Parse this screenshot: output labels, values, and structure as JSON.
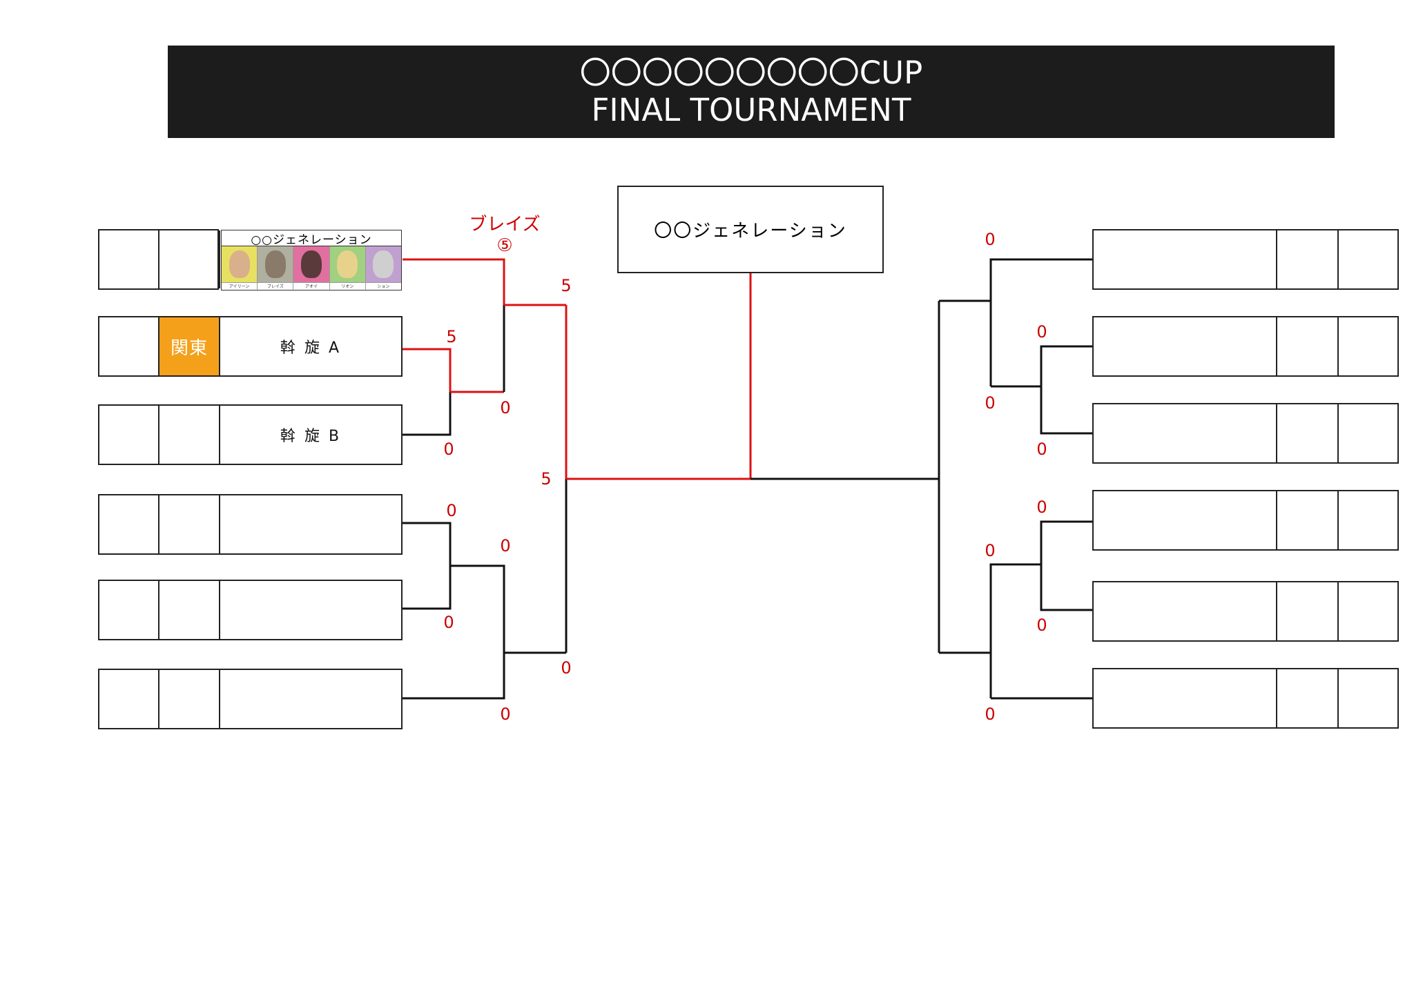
{
  "header": {
    "line1": "〇〇〇〇〇〇〇〇〇CUP",
    "line2": "FINAL TOURNAMENT"
  },
  "winner": {
    "name": "〇〇ジェネレーション"
  },
  "team_card": {
    "title": "○○ジェネレーション",
    "members": [
      "アイリーン",
      "ブレイズ",
      "アオイ",
      "リオン",
      "ション"
    ],
    "portrait_colors": [
      "#d9b08c",
      "#8a7a6a",
      "#5a3a3a",
      "#e6d28a",
      "#cfcfcf"
    ],
    "portrait_bg": [
      "#e8e060",
      "#b0b0a0",
      "#e070a0",
      "#a0d080",
      "#c0a0d0"
    ]
  },
  "annotation": {
    "name": "ブレイズ",
    "number": "⑤"
  },
  "left_entries": [
    {
      "region": "",
      "team": ""
    },
    {
      "region": "関東",
      "team": "斡 旋 A"
    },
    {
      "region": "",
      "team": "斡 旋 B"
    },
    {
      "region": "",
      "team": ""
    },
    {
      "region": "",
      "team": ""
    },
    {
      "region": "",
      "team": ""
    }
  ],
  "right_entries": [
    {
      "team": ""
    },
    {
      "team": ""
    },
    {
      "team": ""
    },
    {
      "team": ""
    },
    {
      "team": ""
    },
    {
      "team": ""
    }
  ],
  "scores": {
    "l_s1a": "5",
    "l_s1b": "0",
    "l_q1a": "5",
    "l_q1b": "0",
    "l_s2a": "0",
    "l_s2b": "0",
    "l_q2a": "0",
    "l_q2b": "0",
    "l_sfa": "5",
    "l_sfb": "0",
    "r_q1a": "0",
    "r_s1a": "0",
    "r_s1b": "0",
    "r_q1b": "0",
    "r_s2a": "0",
    "r_q2a": "0",
    "r_s2b": "0",
    "r_q2b": "0"
  },
  "colors": {
    "win_line": "#dd1111",
    "line": "#111111",
    "region_orange": "#f5a01a"
  }
}
